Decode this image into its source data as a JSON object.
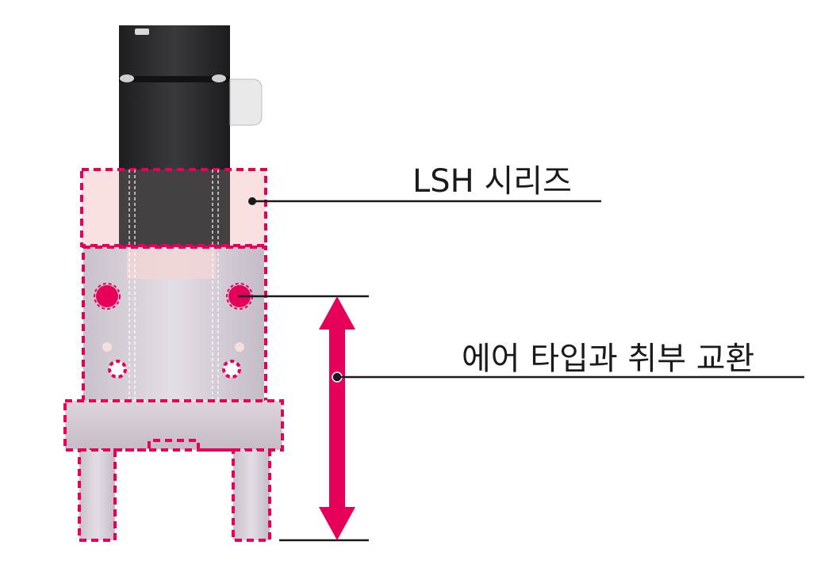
{
  "labels": {
    "lsh_series": "LSH 시리즈",
    "air_type_exchange": "에어 타입과 취부 교환"
  },
  "colors": {
    "accent": "#e6005a",
    "highlight_fill": "#f9dada",
    "motor_body": "#2b2b2d",
    "gripper_body": "#cfc8d2",
    "leader_line": "#1a1a1a"
  },
  "icons": {
    "dimension_arrow": "double-headed-vertical-arrow",
    "mount_holes": "circle-dots"
  }
}
